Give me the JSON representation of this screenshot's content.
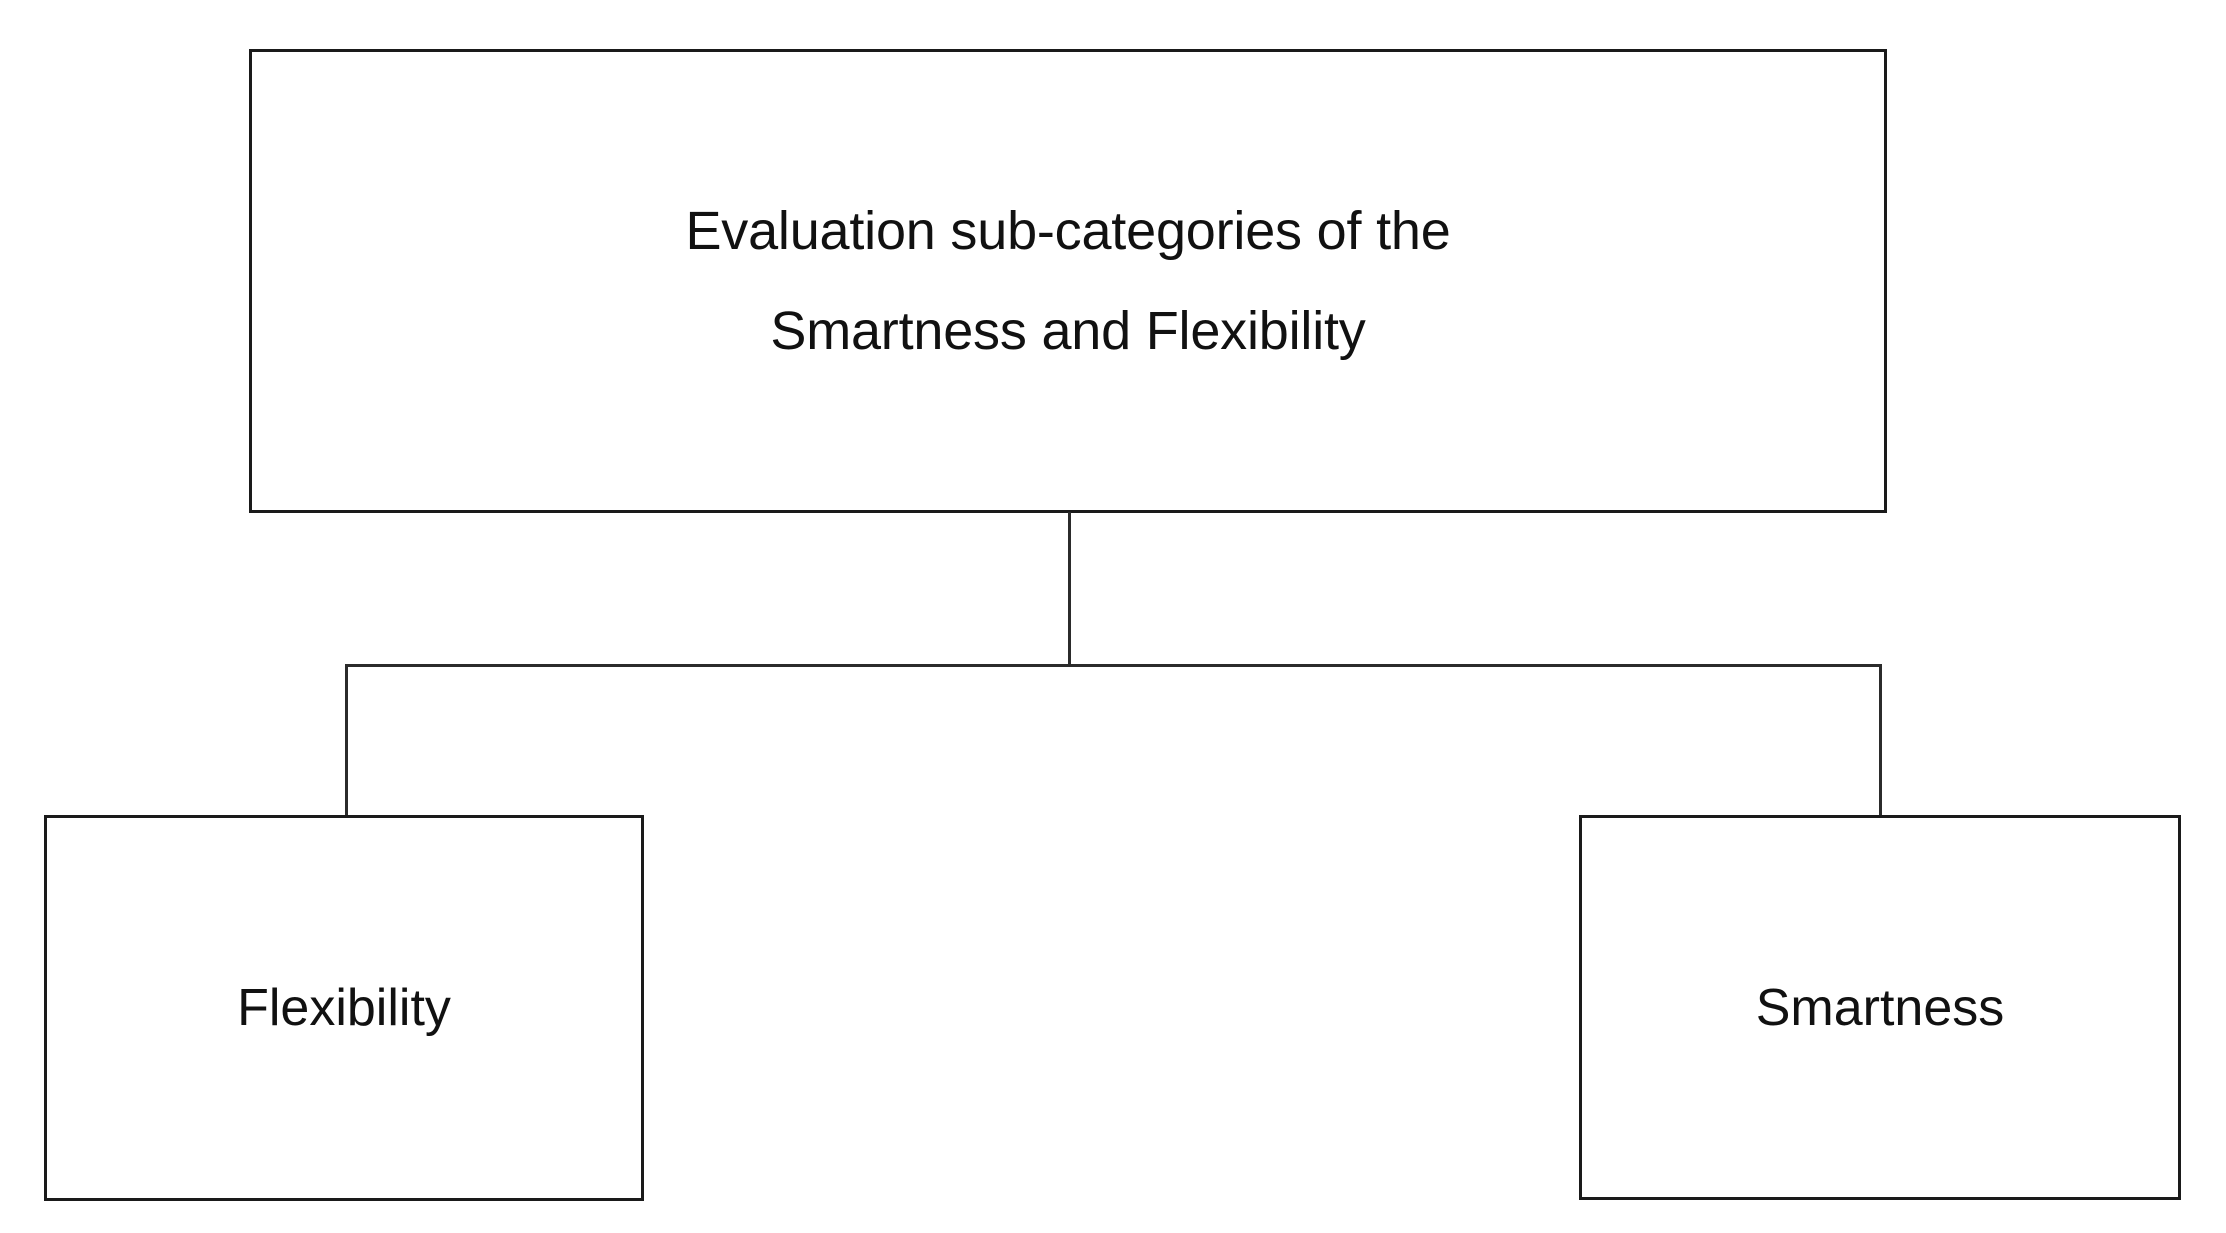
{
  "diagram": {
    "type": "hierarchy-tree",
    "orientation": "top-down",
    "background_color": "#ffffff",
    "line_color": "#2b2b2b",
    "border_color": "#1a1a1a",
    "text_color": "#111111",
    "root": {
      "id": "evaluation-sub-categories",
      "line1": "Evaluation sub-categories of the",
      "line2": "Smartness and Flexibility"
    },
    "children": [
      {
        "id": "flexibility",
        "label": "Flexibility"
      },
      {
        "id": "smartness",
        "label": "Smartness"
      }
    ],
    "edges": [
      {
        "from": "evaluation-sub-categories",
        "to": "flexibility"
      },
      {
        "from": "evaluation-sub-categories",
        "to": "smartness"
      }
    ]
  }
}
